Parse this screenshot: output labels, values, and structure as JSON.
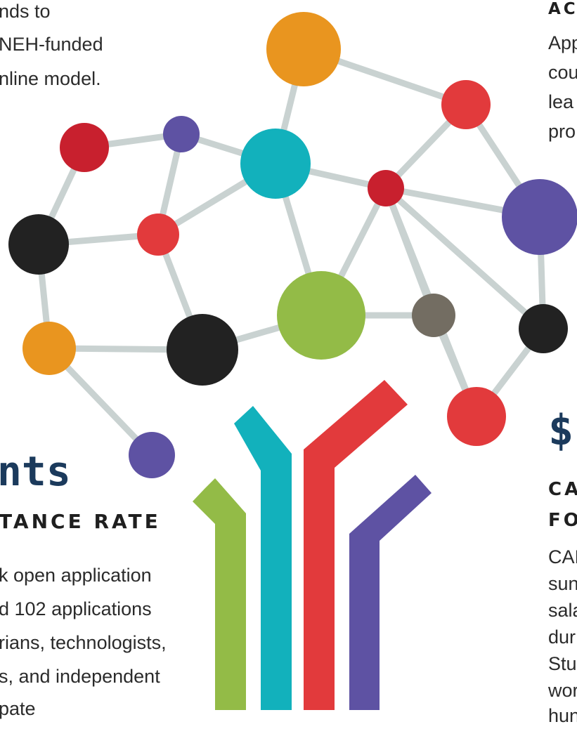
{
  "colors": {
    "orange": "#E9951F",
    "red": "#E23A3C",
    "dark_red": "#C8202E",
    "purple": "#5E52A3",
    "teal": "#12B1BC",
    "green": "#93BB47",
    "black": "#222222",
    "gray_node": "#736D62",
    "edge": "#C9D2D1",
    "navy": "#1B3A5C"
  },
  "top_left_text": [
    "nds to",
    "NEH-funded",
    "nline model."
  ],
  "top_right": {
    "heading": "AC",
    "lines": [
      "App",
      "cou",
      "lea",
      "pro"
    ]
  },
  "left_section": {
    "big_word": "nts",
    "subheading": "TANCE RATE",
    "lines": [
      "k open application",
      "d 102 applications",
      "rians, technologists,",
      "s, and independent",
      "pate"
    ]
  },
  "right_section": {
    "big_symbol": "$",
    "heading_lines": [
      "CA",
      "FO"
    ],
    "lines": [
      "CAI",
      "sun",
      "sala",
      "dur",
      "Stu",
      "wor",
      "hun"
    ]
  },
  "graphic": {
    "icons": [
      "network-graph",
      "tree-trunk-stripes"
    ]
  }
}
